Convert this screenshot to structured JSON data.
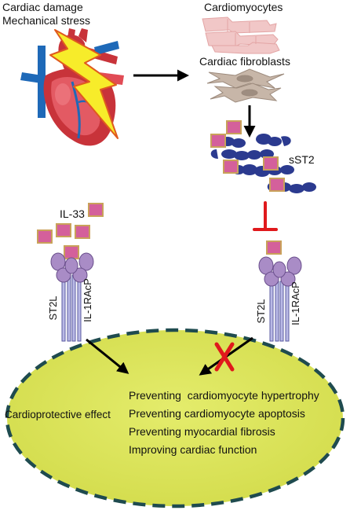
{
  "labels": {
    "trigger_line1": "Cardiac damage",
    "trigger_line2": "Mechanical stress",
    "cardiomyocytes": "Cardiomyocytes",
    "fibroblasts": "Cardiac fibroblasts",
    "sst2": "sST2",
    "il33": "IL-33",
    "st2l_left": "ST2L",
    "il1racp_left": "IL-1RAcP",
    "st2l_right": "ST2L",
    "il1racp_right": "IL-1RAcP",
    "cardioprotective": "Cardioprotective effect"
  },
  "effects": [
    "Preventing  cardiomyocyte hypertrophy",
    "Preventing cardiomyocyte apoptosis",
    "Preventing myocardial fibrosis",
    "Improving cardiac function"
  ],
  "colors": {
    "cell_fill": "#dde55a",
    "cell_border": "#1f4b4f",
    "ligand_fill": "#d4609b",
    "ligand_border": "#c9a15a",
    "receptor_fill": "#a98cc6",
    "stem_fill": "#b9b9e6",
    "sst2_chain": "#2b3a8f",
    "inhibit_red": "#e0191c",
    "bolt_yellow": "#f7ec2a",
    "heart_red": "#c8333a",
    "myocyte_pink": "#f1c7c7",
    "fibroblast_tan": "#c7b6a8"
  },
  "icons": {
    "heart": "heart-icon",
    "lightning": "lightning-bolt-icon",
    "cross": "red-x-icon",
    "inhibit": "inhibition-tbar-icon"
  }
}
